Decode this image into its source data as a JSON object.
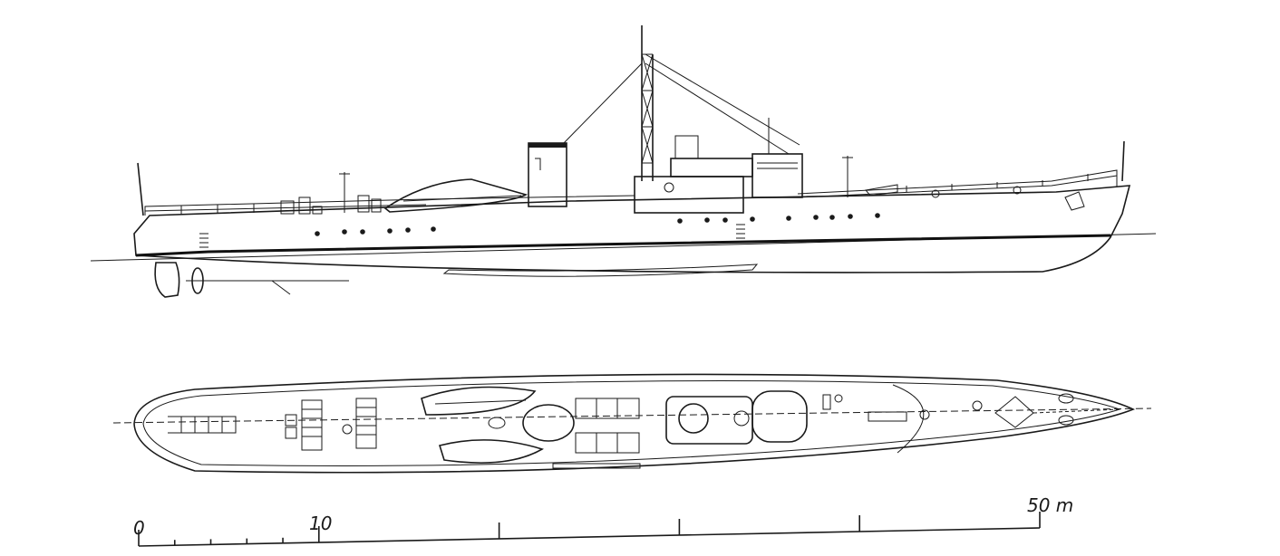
{
  "scale_bar": {
    "label_zero": "0",
    "label_ten": "10",
    "label_fifty": "50 m",
    "max_meters": 50
  },
  "colors": {
    "ink": "#1a1a1a",
    "paper": "#ffffff"
  }
}
